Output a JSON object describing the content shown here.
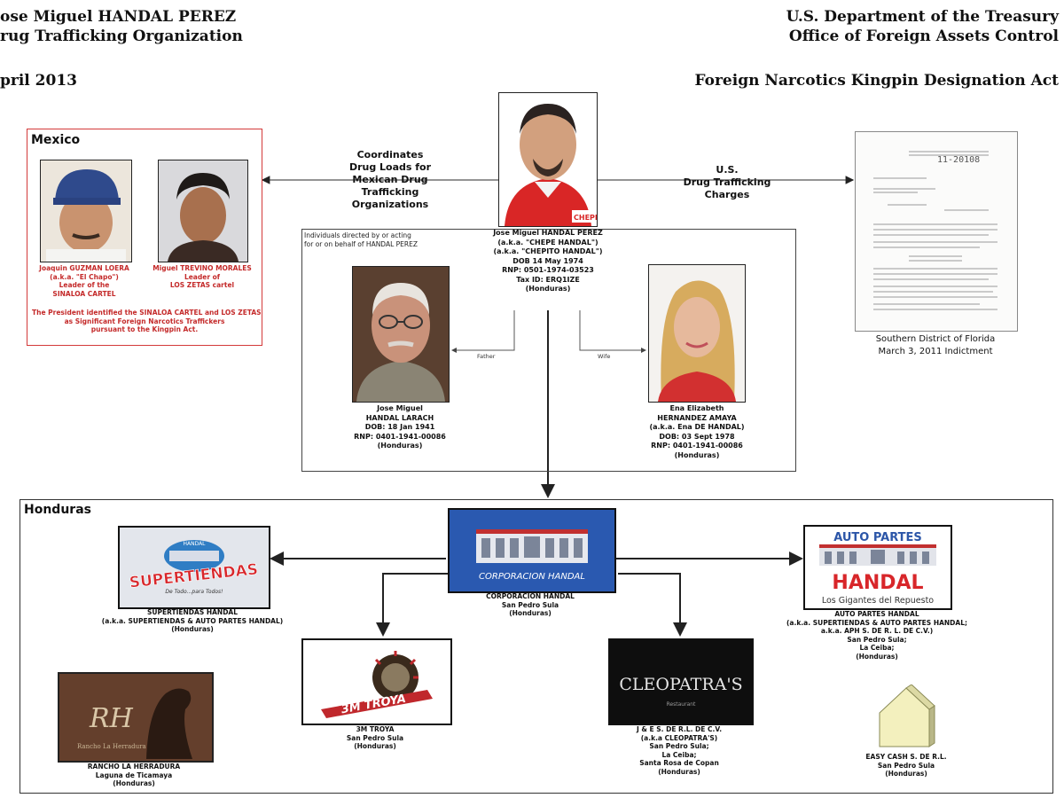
{
  "header": {
    "left_line1": "ose Miguel HANDAL PEREZ",
    "left_line2": "rug Trafficking Organization",
    "date": "pril 2013",
    "right_line1": "U.S. Department of the Treasury",
    "right_line2": "Office of Foreign Assets Control",
    "act": "Foreign Narcotics Kingpin Designation Act"
  },
  "mexico": {
    "title": "Mexico",
    "person1": {
      "name": "Joaquin GUZMAN LOERA",
      "aka": "(a.k.a. \"El Chapo\")",
      "role1": "Leader of the",
      "role2": "SINALOA CARTEL"
    },
    "person2": {
      "name": "Miguel TREVINO MORALES",
      "role1": "Leader of",
      "role2": "LOS ZETAS cartel"
    },
    "note1": "The President identified the SINALOA CARTEL and LOS ZETAS",
    "note2": "as Significant Foreign Narcotics Traffickers",
    "note3": "pursuant to the Kingpin Act."
  },
  "left_arrow_label": {
    "l1": "Coordinates",
    "l2": "Drug Loads for",
    "l3": "Mexican Drug",
    "l4": "Trafficking",
    "l5": "Organizations"
  },
  "right_arrow_label": {
    "l1": "U.S.",
    "l2": "Drug Trafficking",
    "l3": "Charges"
  },
  "indictment": {
    "line1": "Southern District of Florida",
    "line2": "March 3, 2011 Indictment",
    "case_no": "11-20108"
  },
  "main": {
    "name": "Jose Miguel HANDAL PEREZ",
    "aka1": "(a.k.a. \"CHEPE HANDAL\")",
    "aka2": "(a.k.a. \"CHEPITO HANDAL\")",
    "dob": "DOB 14 May 1974",
    "rnp": "RNP: 0501-1974-03523",
    "tax": "Tax ID: ERQ1IZE",
    "country": "(Honduras)",
    "shirt_text": "CHEPE"
  },
  "individuals": {
    "note1": "Individuals directed by or acting",
    "note2": "for or on behalf of HANDAL PEREZ",
    "father_label": "Father",
    "wife_label": "Wife",
    "father": {
      "l1": "Jose Miguel",
      "l2": "HANDAL LARACH",
      "l3": "DOB: 18 Jan 1941",
      "l4": "RNP: 0401-1941-00086",
      "l5": "(Honduras)"
    },
    "wife": {
      "l1": "Ena Elizabeth",
      "l2": "HERNANDEZ AMAYA",
      "l3": "(a.k.a. Ena DE HANDAL)",
      "l4": "DOB: 03 Sept 1978",
      "l5": "RNP: 0401-1941-00086",
      "l6": "(Honduras)"
    }
  },
  "honduras": {
    "title": "Honduras",
    "corp": {
      "logo_text": "CORPORACION HANDAL",
      "l1": "CORPORACION HANDAL",
      "l2": "San Pedro Sula",
      "l3": "(Honduras)"
    },
    "supertiendas": {
      "logo_text": "SUPERTIENDAS",
      "logo_sub": "De Todo...para Todos!",
      "logo_top": "HANDAL",
      "l1": "SUPERTIENDAS HANDAL",
      "l2": "(a.k.a. SUPERTIENDAS & AUTO PARTES HANDAL)",
      "l3": "(Honduras)"
    },
    "autopartes": {
      "logo_top": "AUTO PARTES",
      "logo_mid": "HANDAL",
      "logo_sub": "Los Gigantes del Repuesto",
      "l1": "AUTO PARTES HANDAL",
      "l2": "(a.k.a. SUPERTIENDAS & AUTO PARTES HANDAL;",
      "l3": "a.k.a. APH S. DE R. L. DE C.V.)",
      "l4": "San Pedro Sula;",
      "l5": "La Ceiba;",
      "l6": "(Honduras)"
    },
    "troya": {
      "logo_text": "3M TROYA",
      "l1": "3M TROYA",
      "l2": "San Pedro Sula",
      "l3": "(Honduras)"
    },
    "cleopatras": {
      "logo_text": "CLEOPATRA'S",
      "logo_sub": "Restaurant",
      "l1": "J & E S. DE R.L. DE C.V.",
      "l2": "(a.k.a CLEOPATRA'S)",
      "l3": "San Pedro Sula;",
      "l4": "La Ceiba;",
      "l5": "Santa Rosa de Copan",
      "l6": "(Honduras)"
    },
    "rancho": {
      "logo_text": "RH",
      "logo_sub": "Rancho La Herradura",
      "l1": "RANCHO LA HERRADURA",
      "l2": "Laguna de Ticamaya",
      "l3": "(Honduras)"
    },
    "easycash": {
      "l1": "EASY CASH S. DE R.L.",
      "l2": "San Pedro Sula",
      "l3": "(Honduras)"
    }
  }
}
